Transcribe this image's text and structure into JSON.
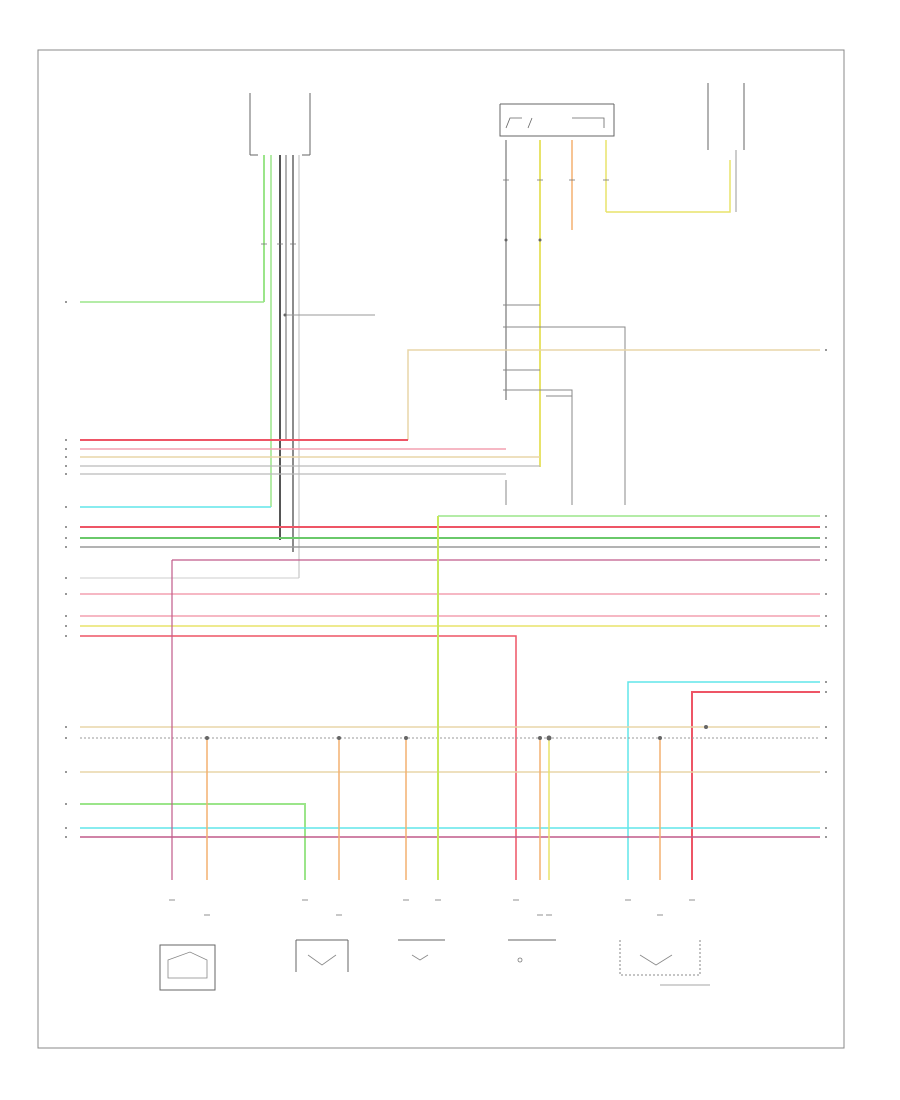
{
  "diagram": {
    "footer_code": "",
    "components": [
      {
        "id": "top-left-module",
        "label_lines": [
          "",
          "",
          ""
        ]
      },
      {
        "id": "top-center-module",
        "label_lines": [
          "",
          ""
        ]
      },
      {
        "id": "top-right-connector",
        "label_lines": [
          "",
          ""
        ]
      },
      {
        "id": "bottom-sensor-1",
        "label_lines": [
          "",
          "",
          "",
          "",
          ""
        ]
      },
      {
        "id": "bottom-sensor-2",
        "label_lines": [
          "",
          "",
          "",
          "",
          ""
        ]
      },
      {
        "id": "bottom-sensor-3",
        "label_lines": [
          "",
          "",
          "",
          "",
          ""
        ]
      },
      {
        "id": "bottom-sensor-4",
        "label_lines": [
          "",
          "",
          "",
          "",
          ""
        ]
      },
      {
        "id": "bottom-sensor-5",
        "label_lines": [
          "",
          "",
          "",
          "",
          "",
          ""
        ]
      }
    ],
    "wire_colors": {
      "light_green": "#9be58a",
      "red": "#ee5566",
      "pink": "#f3a0b0",
      "orange": "#f4b070",
      "yellow": "#e8e36a",
      "cyan": "#60e6ea",
      "gray": "#9a9a9a",
      "dark": "#555555",
      "tan": "#e8d5a8",
      "green": "#6ac96a",
      "lime": "#c8e85a",
      "magenta": "#c05a8a"
    }
  }
}
